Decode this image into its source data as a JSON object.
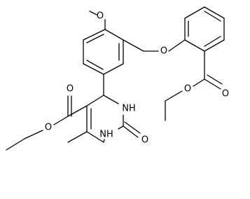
{
  "molecule": {
    "atom_labels": [
      {
        "id": "methoxy-oxygen",
        "text": "O"
      },
      {
        "id": "benzyl-ether-oxygen",
        "text": "O"
      },
      {
        "id": "aryl-ester-alkoxy-oxygen",
        "text": "O"
      },
      {
        "id": "aryl-ester-carbonyl-oxygen",
        "text": "O"
      },
      {
        "id": "ring-ester-carbonyl-oxygen",
        "text": "O"
      },
      {
        "id": "ring-ester-alkoxy-oxygen",
        "text": "O"
      },
      {
        "id": "ring-nh-upper",
        "text": "NH"
      },
      {
        "id": "ring-nh-lower",
        "text": "NH"
      },
      {
        "id": "urea-carbonyl-oxygen",
        "text": "O"
      }
    ]
  },
  "colors": {
    "bond": "#000000",
    "label": "#000000",
    "background": "#ffffff"
  }
}
